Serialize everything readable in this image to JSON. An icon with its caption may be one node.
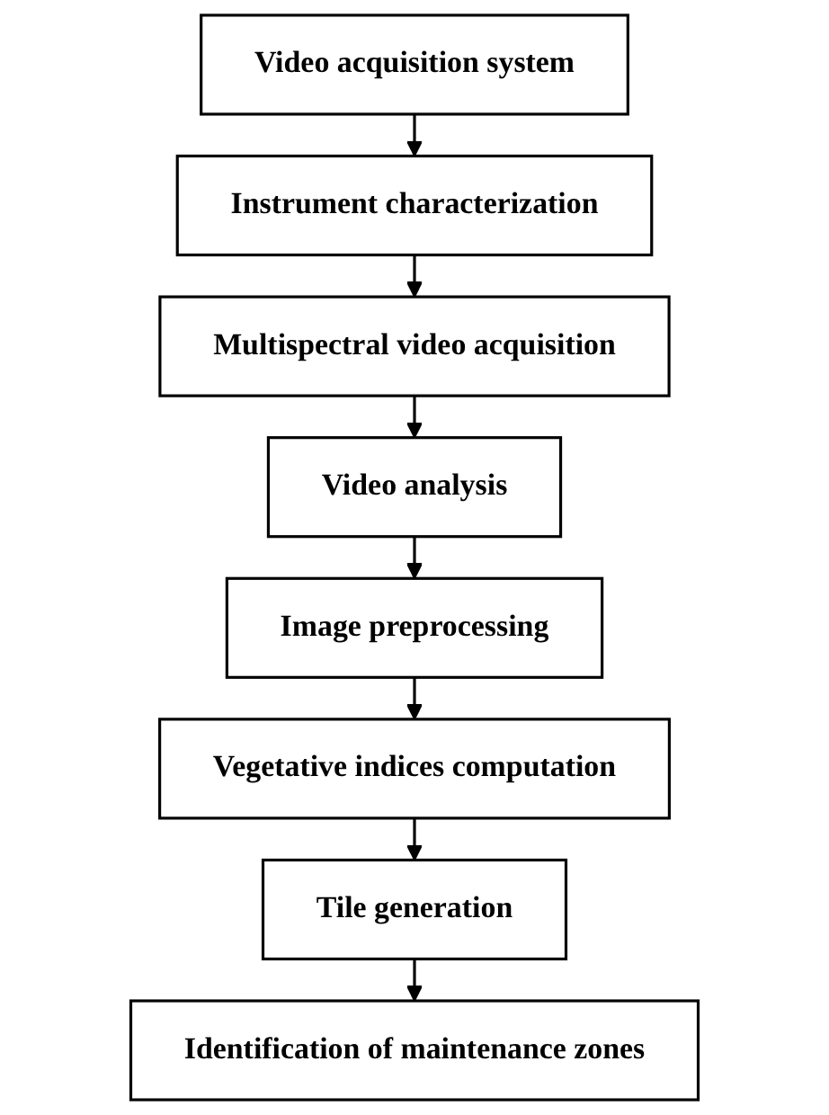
{
  "diagram": {
    "nodes": [
      {
        "text": [
          "Video acquisition system"
        ]
      },
      {
        "text": [
          "Instrument characterization"
        ]
      },
      {
        "text": [
          "Multispectral video acquisition"
        ]
      },
      {
        "text": [
          "Video analysis"
        ]
      },
      {
        "text": [
          "Image preprocessing"
        ]
      },
      {
        "text": [
          "Vegetative indices computation"
        ]
      },
      {
        "text": [
          "Tile generation"
        ]
      },
      {
        "text": [
          "Identification of maintenance zones"
        ]
      }
    ],
    "edges": [
      {
        "from": 0,
        "to": 1,
        "arrow": "to"
      },
      {
        "from": 1,
        "to": 2,
        "arrow": "to"
      },
      {
        "from": 2,
        "to": 3,
        "arrow": "to"
      },
      {
        "from": 3,
        "to": 4,
        "arrow": "to"
      },
      {
        "from": 4,
        "to": 5,
        "arrow": "to"
      },
      {
        "from": 5,
        "to": 6,
        "arrow": "to"
      },
      {
        "from": 6,
        "to": 7,
        "arrow": "to"
      }
    ]
  }
}
